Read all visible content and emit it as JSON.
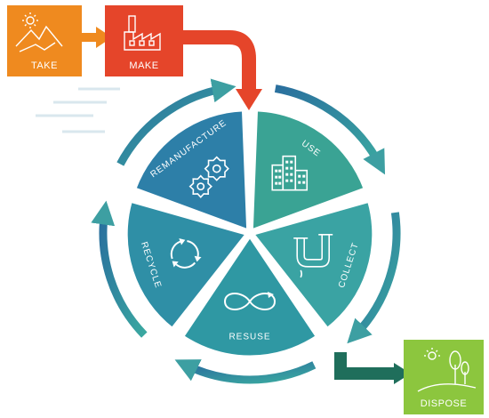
{
  "boxes": {
    "take": {
      "label": "TAKE",
      "color": "#ef8a1f",
      "icon": "mountain-sun-icon"
    },
    "make": {
      "label": "MAKE",
      "color": "#e5452a",
      "icon": "factory-icon"
    },
    "dispose": {
      "label": "DISPOSE",
      "color": "#8cc63e",
      "icon": "trees-sun-icon"
    }
  },
  "wheel": {
    "segments": [
      {
        "label": "USE",
        "color": "#3aa394",
        "icon": "buildings-icon"
      },
      {
        "label": "COLLECT",
        "color": "#3aa3a3",
        "icon": "pipe-icon"
      },
      {
        "label": "RESUSE",
        "color": "#2f98a3",
        "icon": "infinity-icon"
      },
      {
        "label": "RECYCLE",
        "color": "#2f8fa6",
        "icon": "recycle-icon"
      },
      {
        "label": "REMANUFACTURE",
        "color": "#2d7fa8",
        "icon": "gears-icon"
      }
    ]
  },
  "colors": {
    "flow_arrow": "#e5452a",
    "dispose_arrow": "#1f6e5b",
    "ring_start": "#2a6f9e",
    "ring_end": "#3aa8a0"
  }
}
